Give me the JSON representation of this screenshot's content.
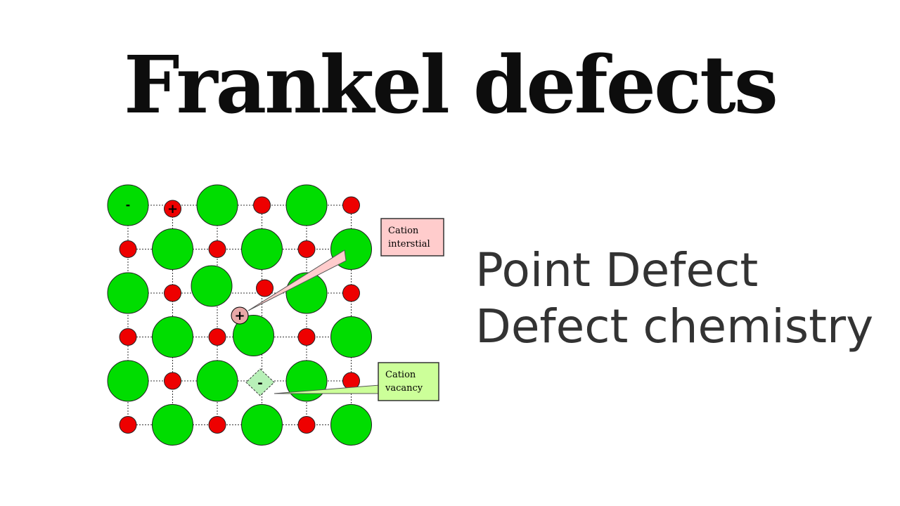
{
  "title": "Frankel defects",
  "subtitle_lines": [
    "Point Defect",
    "Defect chemistry"
  ],
  "diagram": {
    "callouts": {
      "interstitial": [
        "Cation",
        "interstial"
      ],
      "vacancy": [
        "Cation",
        "vacancy"
      ]
    },
    "signs": {
      "plus": "+",
      "minus": "-"
    }
  },
  "colors": {
    "anion": "#00dd00",
    "cation": "#ee0000",
    "interstitial_fill": "#e8a8a8",
    "vacancy_fill": "#b8f0b8",
    "interstitial_callout_bg": "#ffcccc",
    "vacancy_callout_bg": "#ccff99"
  }
}
